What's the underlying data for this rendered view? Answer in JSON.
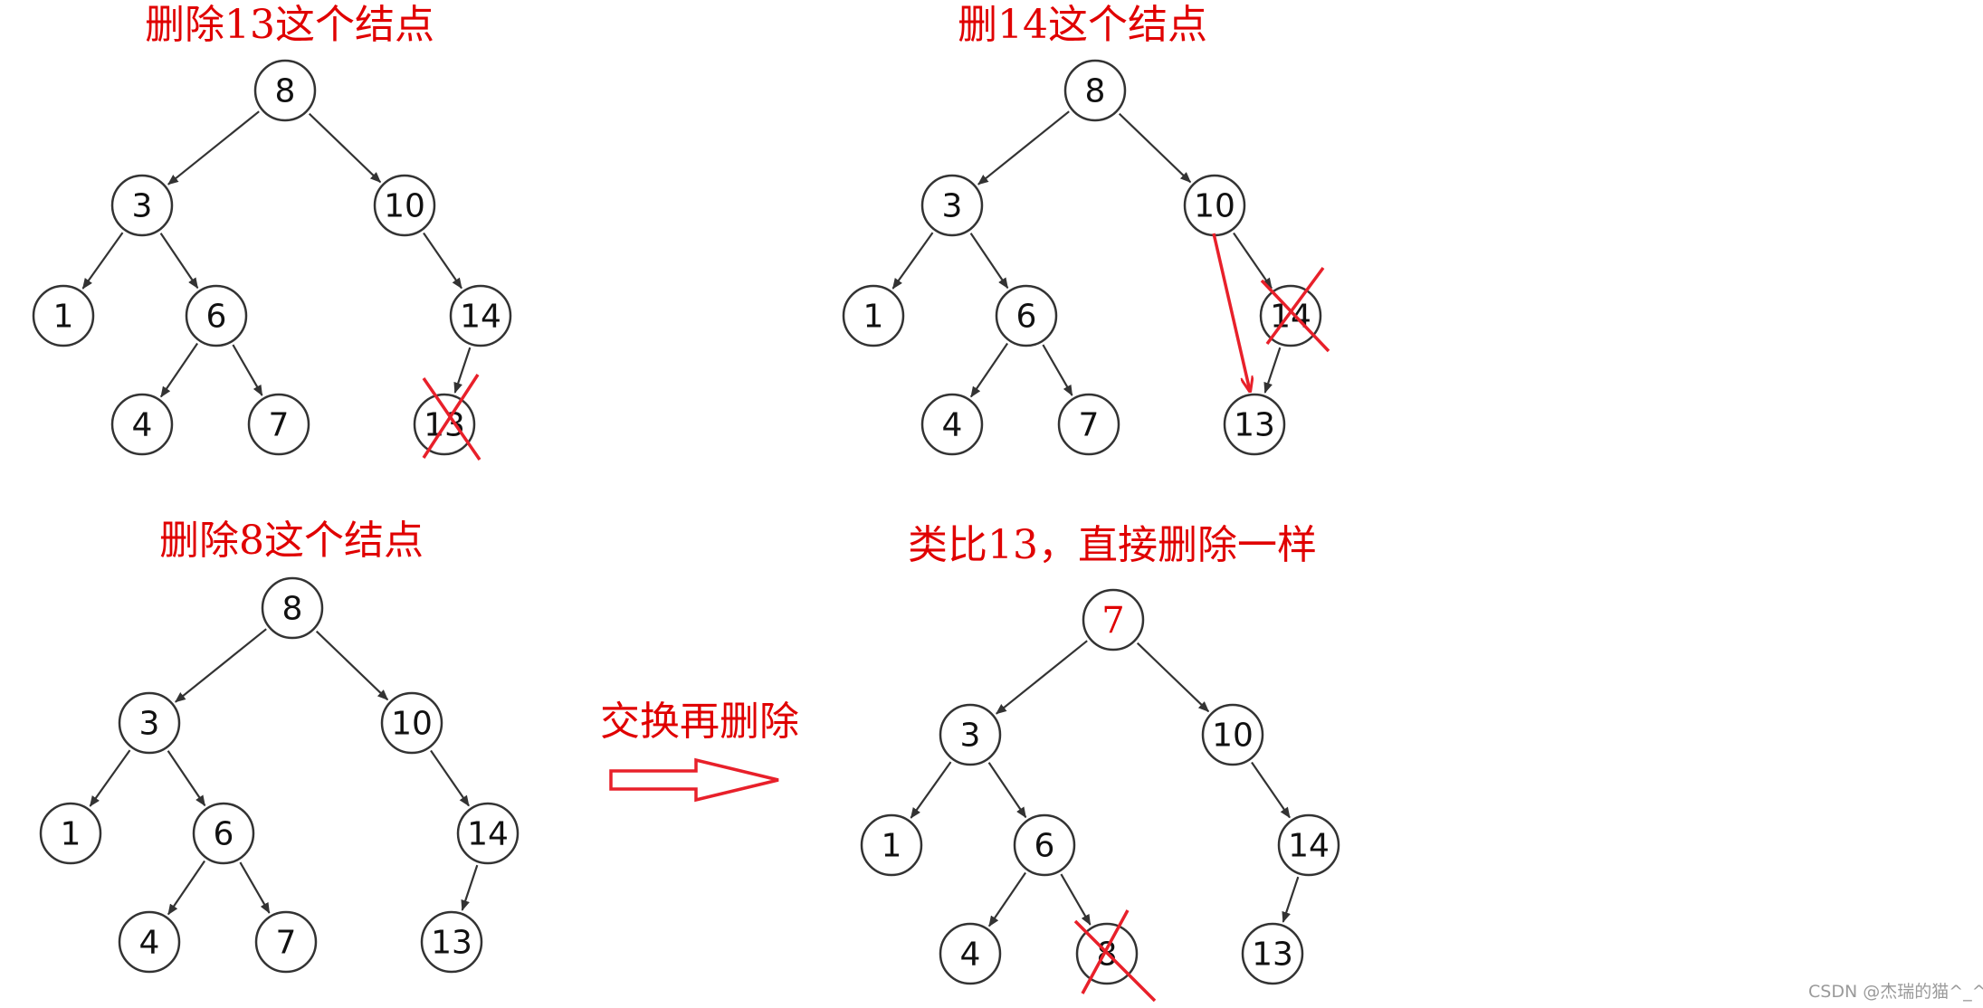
{
  "captions": {
    "p1": "删除13这个结点",
    "p2": "删14这个结点",
    "p3": "删除8这个结点",
    "p4": "类比13，直接删除一样",
    "arrow": "交换再删除"
  },
  "trees": {
    "t1": [
      "8",
      "3",
      "10",
      "1",
      "6",
      "14",
      "4",
      "7",
      "13"
    ],
    "t2": [
      "8",
      "3",
      "10",
      "1",
      "6",
      "14",
      "4",
      "7",
      "13"
    ],
    "t3": [
      "8",
      "3",
      "10",
      "1",
      "6",
      "14",
      "4",
      "7",
      "13"
    ],
    "t4": [
      "7",
      "3",
      "10",
      "1",
      "6",
      "14",
      "4",
      "8",
      "13"
    ]
  },
  "watermark": "CSDN @杰瑞的猫^_^",
  "colors": {
    "annotation": "#e00000",
    "edge": "#333333"
  }
}
